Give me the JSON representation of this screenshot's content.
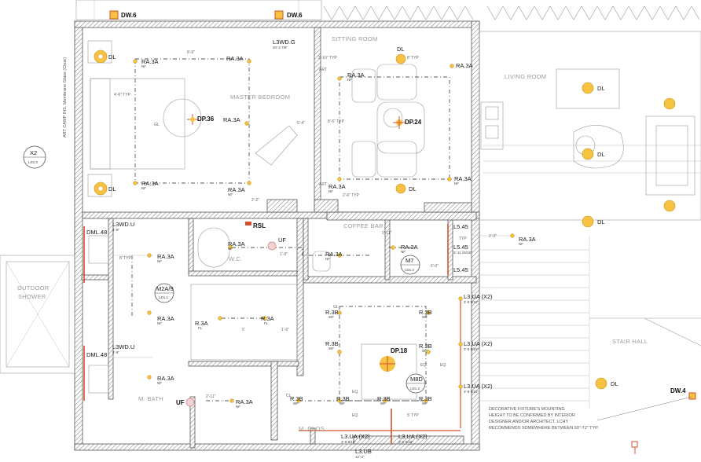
{
  "labels": {
    "rooms": {
      "sitting": "SITTING ROOM",
      "living": "LIVING ROOM",
      "master": "MASTER BEDROOM",
      "coffee": "COFFEE BAR",
      "wc": "W.C.",
      "stair": "STAIR HALL",
      "mbath": "M. BATH",
      "mclos": "M. CLOS.",
      "outdoor1": "OUTDOOR",
      "outdoor2": "SHOWER"
    },
    "tags": {
      "dw6": "DW.6",
      "dw4": "DW.4",
      "dl": "DL",
      "ra3a": "RA.3A",
      "nf": "NF",
      "wf": "WF",
      "fl": "FL",
      "dp36": "DP.36",
      "dp24": "DP.24",
      "dp18": "DP.18",
      "l3wdg": "L3WD.G",
      "l3wdg_sub": "20'-2 7/8\"",
      "l3wdu": "L3WD.U",
      "l3wdu_sub": "4'-9\"",
      "dml48": "DML.48",
      "rsl": "RSL",
      "uf": "UF",
      "r3a": "R.3A",
      "r3b": "R.3B",
      "l545": "L5.45",
      "l545_sub": "5'-11 15/16\"",
      "l3uax2": "L3.UA (X2)",
      "l3uax2_sub": "3'-8 9/16\"",
      "l3ub": "L3.UB",
      "l3ub_sub": "12'-4\""
    },
    "callouts": {
      "x2": "X2",
      "x2_sub": "LD1.0",
      "m2a9": "M2A/9",
      "m2a9_sub": "LD1.1",
      "m7": "M7",
      "m7_sub": "LD1.2",
      "m8d": "M8D",
      "m8d_sub": "LD1.2"
    },
    "dims": {
      "d8_9": "8'-9\"",
      "d4_6typ": "4'-6\" TYP",
      "d2_10typ": "2'-10\" TYP",
      "d8typ": "8' TYP",
      "d8_6typ": "8'-6\" TYP",
      "d2_2": "2'-2\"",
      "d2_6typ": "2'-6\" TYP",
      "d2_3": "2'-3\"",
      "d2_11": "2'-11\"",
      "d1_9": "1'-9\"",
      "d5": "5'",
      "d1_6": "1'-6\"",
      "d5typ": "5' TYP",
      "d6_0": "6'-0\"",
      "eq": "EQ.",
      "art": "ART",
      "gl": "GL",
      "cl": "CL",
      "typ": "TYP",
      "d5_4": "5'-4\""
    },
    "notes": {
      "sidewall": "ART CAMP INS. Membrane Glass (Clear)",
      "deco1": "DECORATIVE FIXTURE'S MOUNTING",
      "deco2": "HEIGHT TO BE CONFIRMED BY INTERIOR",
      "deco3": "DESIGNER AND/OR ARCHITECT. LCHY",
      "deco4": "RECOMMENDS SOMEWHERE BETWEEN 60\"-72\" TYP."
    }
  },
  "colors": {
    "fixture": "#f5c242",
    "accent_red": "#d4502c",
    "line": "#444444"
  }
}
